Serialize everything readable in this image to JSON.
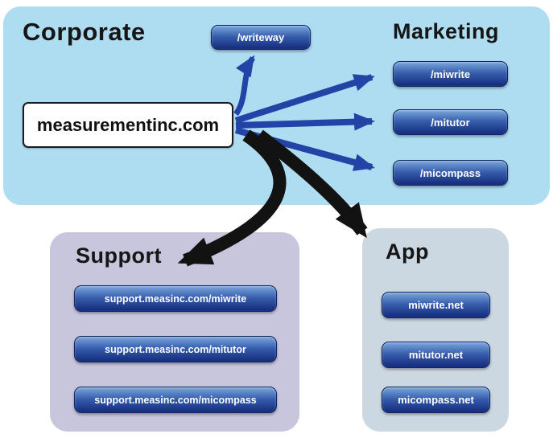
{
  "corporate": {
    "label": "Corporate",
    "main_site": "measurementinc.com",
    "writeway": "/writeway"
  },
  "marketing": {
    "label": "Marketing",
    "links": [
      "/miwrite",
      "/mitutor",
      "/micompass"
    ]
  },
  "support": {
    "label": "Support",
    "links": [
      "support.measinc.com/miwrite",
      "support.measinc.com/mitutor",
      "support.measinc.com/micompass"
    ]
  },
  "app": {
    "label": "App",
    "links": [
      "miwrite.net",
      "mitutor.net",
      "micompass.net"
    ]
  },
  "colors": {
    "corporate_bg": "#aedcf0",
    "support_bg": "#c8c6dd",
    "app_bg": "#ccd8e1",
    "arrow_blue": "#2343a6",
    "arrow_black": "#121212",
    "pill_text": "#ffffff"
  }
}
